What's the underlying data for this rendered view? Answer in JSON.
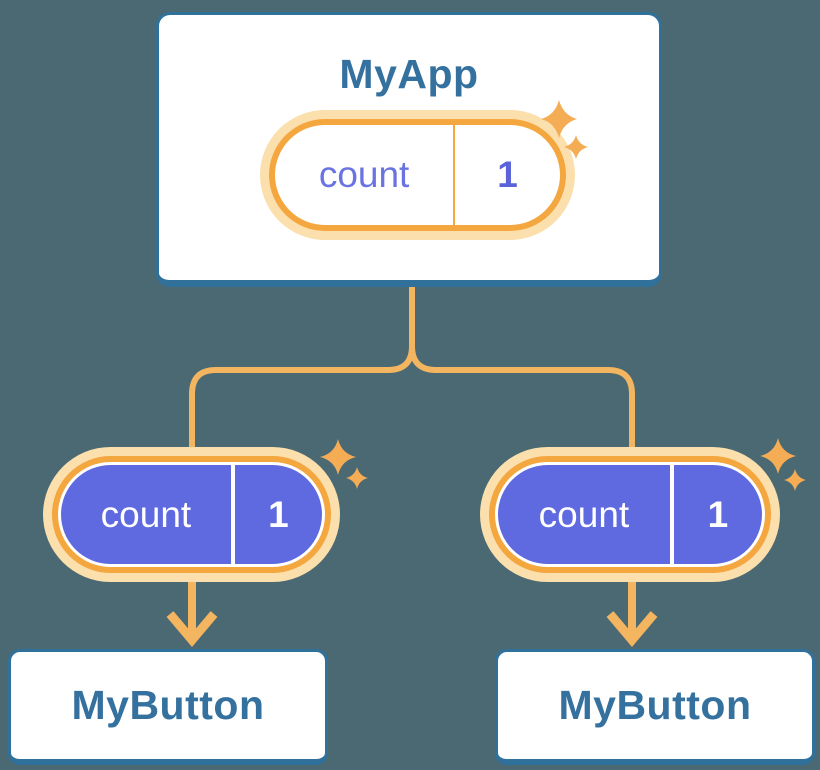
{
  "diagram": {
    "root": {
      "title": "MyApp",
      "state": {
        "label": "count",
        "value": "1"
      }
    },
    "children": [
      {
        "title": "MyButton",
        "prop": {
          "label": "count",
          "value": "1"
        }
      },
      {
        "title": "MyButton",
        "prop": {
          "label": "count",
          "value": "1"
        }
      }
    ]
  },
  "icons": {
    "sparkle": "sparkle-icon"
  },
  "colors": {
    "bg": "#4a6972",
    "card-bg": "#ffffff",
    "card-border": "#30719c",
    "title-text": "#35719e",
    "orange": "#f4a63f",
    "orange-glow": "#fbdfad",
    "line": "#f3b560",
    "sparkle": "#f5ad55",
    "purple": "#5f6ae0",
    "pill-label-text": "#6a73e2",
    "pill-value-text": "#5b63da",
    "pill-text-light": "#ffffff"
  }
}
